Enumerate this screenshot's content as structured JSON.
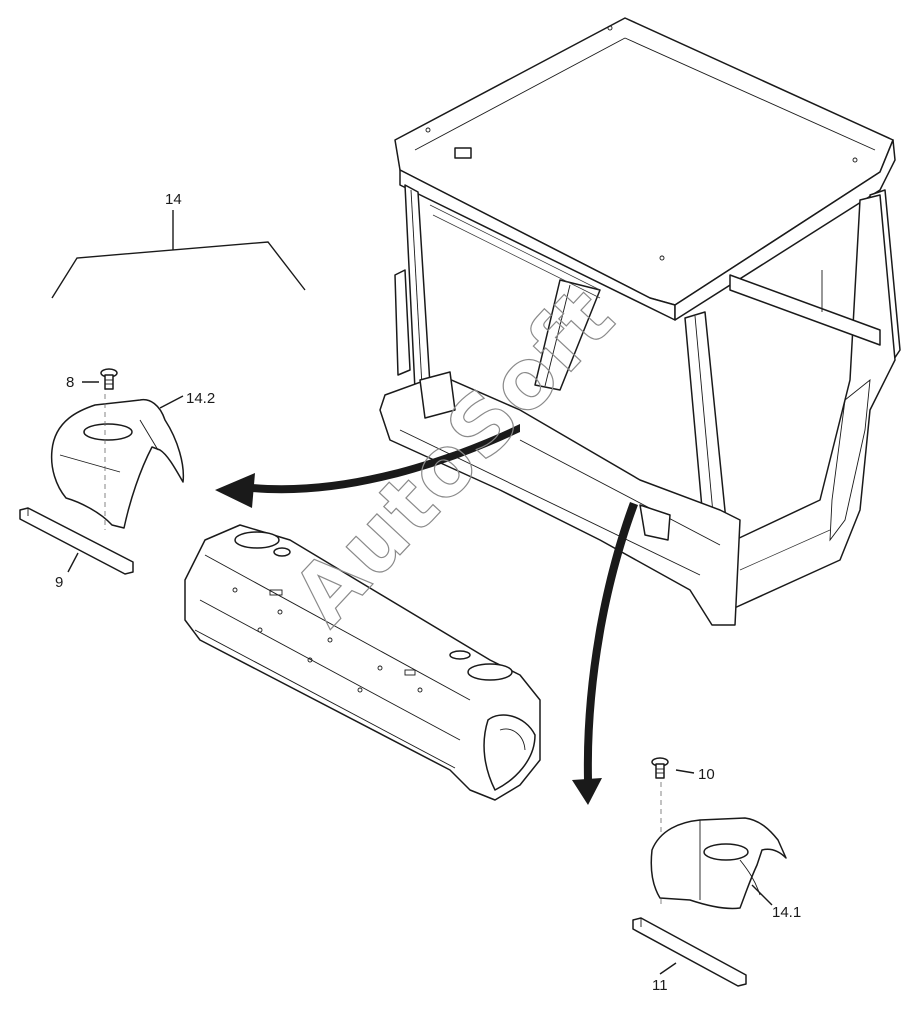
{
  "labels": {
    "callout_14": "14",
    "callout_8": "8",
    "callout_14_2": "14.2",
    "callout_9": "9",
    "callout_10": "10",
    "callout_14_1": "14.1",
    "callout_11": "11"
  },
  "watermark": "AutoSoft"
}
